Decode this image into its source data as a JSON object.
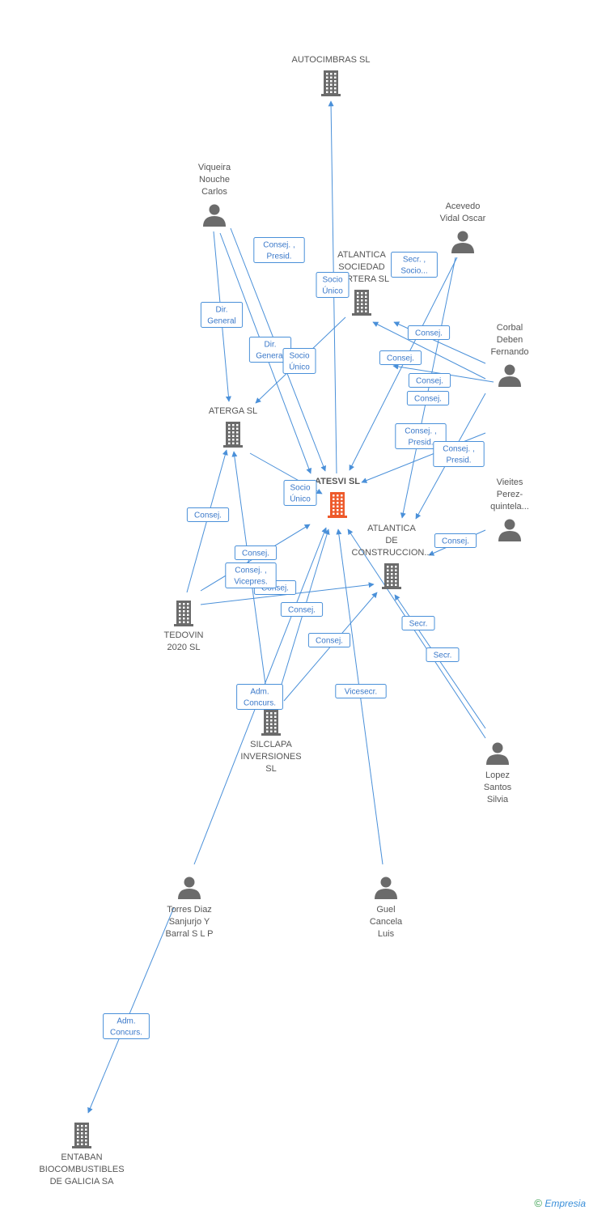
{
  "colors": {
    "edge": "#4a90d9",
    "node": "#6b6b6b",
    "main": "#ee5a2b"
  },
  "nodes": [
    {
      "id": "autocimbras",
      "type": "company",
      "lines": [
        "AUTOCIMBRAS SL"
      ]
    },
    {
      "id": "viqueira",
      "type": "person",
      "lines": [
        "Viqueira",
        "Nouche",
        "Carlos"
      ]
    },
    {
      "id": "acevedo",
      "type": "person",
      "lines": [
        "Acevedo",
        "Vidal Oscar"
      ]
    },
    {
      "id": "atlantica_soc",
      "type": "company",
      "lines": [
        "ATLANTICA",
        "SOCIEDAD",
        "CARTERA SL"
      ]
    },
    {
      "id": "corbal",
      "type": "person",
      "lines": [
        "Corbal",
        "Deben",
        "Fernando"
      ]
    },
    {
      "id": "aterga",
      "type": "company",
      "lines": [
        "ATERGA SL"
      ]
    },
    {
      "id": "atesvi",
      "type": "main",
      "lines": [
        "ATESVI SL"
      ]
    },
    {
      "id": "vieites",
      "type": "person",
      "lines": [
        "Vieites",
        "Perez-",
        "quintela..."
      ]
    },
    {
      "id": "atlantica_con",
      "type": "company",
      "lines": [
        "ATLANTICA",
        "DE",
        "CONSTRUCCION..."
      ]
    },
    {
      "id": "tedovin",
      "type": "company",
      "lines": [
        "TEDOVIN",
        "2020 SL"
      ]
    },
    {
      "id": "silclapa",
      "type": "company",
      "lines": [
        "SILCLAPA",
        "INVERSIONES",
        "SL"
      ]
    },
    {
      "id": "lopez",
      "type": "person",
      "lines": [
        "Lopez",
        "Santos",
        "Silvia"
      ]
    },
    {
      "id": "torres",
      "type": "person",
      "lines": [
        "Torres Diaz",
        "Sanjurjo Y",
        "Barral S L P"
      ]
    },
    {
      "id": "guel",
      "type": "person",
      "lines": [
        "Guel",
        "Cancela",
        "Luis"
      ]
    },
    {
      "id": "entaban",
      "type": "company",
      "lines": [
        "ENTABAN",
        "BIOCOMBUSTIBLES",
        "DE GALICIA SA"
      ]
    }
  ],
  "edges": [
    {
      "from": "atesvi",
      "to": "autocimbras",
      "label": [
        "Socio",
        "Único"
      ]
    },
    {
      "from": "viqueira",
      "to": "atesvi",
      "label": [
        "Consej. ,",
        "Presid."
      ]
    },
    {
      "from": "viqueira",
      "to": "aterga",
      "label": [
        "Dir.",
        "General"
      ]
    },
    {
      "from": "viqueira",
      "to": "atesvi",
      "label": [
        "Dir.",
        "General"
      ]
    },
    {
      "from": "atlantica_soc",
      "to": "aterga",
      "label": [
        "Socio",
        "Único"
      ]
    },
    {
      "from": "acevedo",
      "to": "atesvi",
      "label": [
        "Secr. ,",
        "Socio..."
      ]
    },
    {
      "from": "acevedo",
      "to": "atlantica_con",
      "label": [
        "Consej."
      ]
    },
    {
      "from": "corbal",
      "to": "atlantica_soc",
      "label": [
        "Consej."
      ]
    },
    {
      "from": "corbal",
      "to": "atesvi",
      "label": [
        "Consej."
      ]
    },
    {
      "from": "corbal",
      "to": "atlantica_soc",
      "label": [
        "Consej."
      ]
    },
    {
      "from": "corbal",
      "to": "atlantica_con",
      "label": [
        "Consej. ,",
        "Presid."
      ]
    },
    {
      "from": "vieites",
      "to": "atesvi",
      "label": [
        "Consej. ,",
        "Presid."
      ]
    },
    {
      "from": "vieites",
      "to": "atlantica_con",
      "label": [
        "Consej."
      ]
    },
    {
      "from": "aterga",
      "to": "atesvi",
      "label": [
        "Socio",
        "Único"
      ]
    },
    {
      "from": "tedovin",
      "to": "aterga",
      "label": [
        "Consej."
      ]
    },
    {
      "from": "tedovin",
      "to": "atesvi",
      "label": [
        "Consej."
      ]
    },
    {
      "from": "tedovin",
      "to": "atlantica_con",
      "label": [
        "Consej."
      ]
    },
    {
      "from": "silclapa",
      "to": "aterga",
      "label": [
        "Consej. ,",
        "Vicepres."
      ]
    },
    {
      "from": "silclapa",
      "to": "atesvi",
      "label": [
        "Consej."
      ]
    },
    {
      "from": "silclapa",
      "to": "atlantica_con",
      "label": [
        "Consej."
      ]
    },
    {
      "from": "lopez",
      "to": "atesvi",
      "label": [
        "Secr."
      ]
    },
    {
      "from": "lopez",
      "to": "atlantica_con",
      "label": [
        "Secr."
      ]
    },
    {
      "from": "torres",
      "to": "atesvi",
      "label": [
        "Adm.",
        "Concurs."
      ]
    },
    {
      "from": "guel",
      "to": "atesvi",
      "label": [
        "Vicesecr."
      ]
    },
    {
      "from": "torres",
      "to": "entaban",
      "label": [
        "Adm.",
        "Concurs."
      ]
    }
  ],
  "footer": {
    "symbol": "©",
    "brand": "Empresia"
  }
}
